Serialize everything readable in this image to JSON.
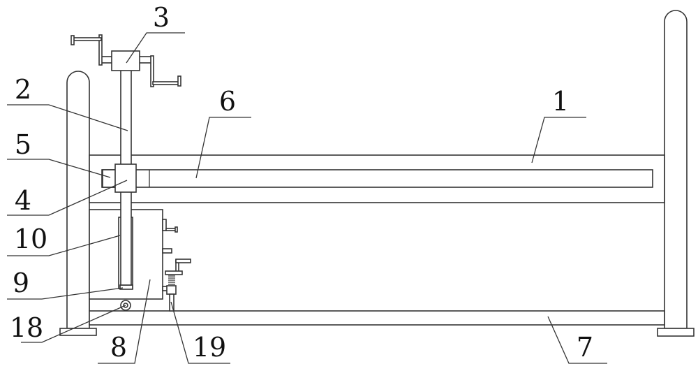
{
  "labels": {
    "frame": "1",
    "post": "2",
    "crank_block": "3",
    "slider": "4",
    "stopper": "5",
    "slot": "6",
    "base_rail": "7",
    "housing": "8",
    "bottom_plate": "9",
    "sleeve": "10",
    "wheel": "18",
    "spring_latch": "19"
  }
}
